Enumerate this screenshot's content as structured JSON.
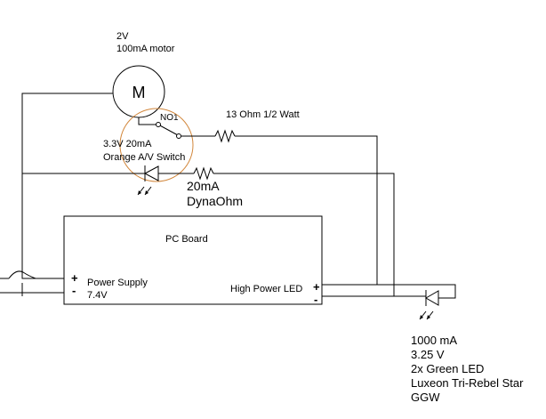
{
  "motor": {
    "voltage": "2V",
    "rating": "100mA motor",
    "symbol": "M"
  },
  "switch": {
    "label": "NO1",
    "spec": "3.3V 20mA",
    "name": "Orange A/V Switch",
    "highlight_color": "#d2873c"
  },
  "resistor_13": {
    "label": "13 Ohm 1/2 Watt"
  },
  "resistor_20": {
    "current": "20mA",
    "name": "DynaOhm"
  },
  "pc_board": {
    "title": "PC Board",
    "power_supply_label": "Power Supply",
    "power_supply_voltage": "7.4V",
    "plus_symbol": "+",
    "minus_symbol": "-",
    "led_output_label": "High Power LED"
  },
  "led_spec": {
    "current": "1000 mA",
    "voltage": "3.25 V",
    "type": "2x Green LED",
    "model": "Luxeon Tri-Rebel Star",
    "code": "GGW"
  }
}
